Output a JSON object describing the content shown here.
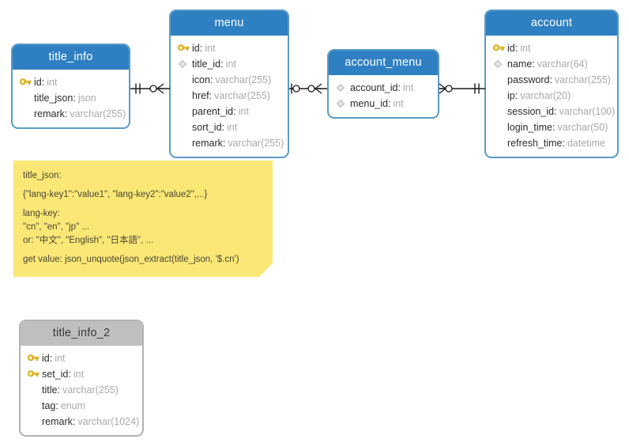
{
  "diagram": {
    "type": "er-diagram",
    "background": "#ffffff",
    "colors": {
      "header_blue": "#2f80c2",
      "header_grey": "#bfbfbf",
      "border_blue": "#5b9bc4",
      "border_grey": "#b3b3b3",
      "note_yellow": "#fbe776",
      "field_name": "#2b2b2b",
      "field_type": "#a9a9a9",
      "key_icon": "#f2c230",
      "diamond_icon": "#d4d4d4",
      "connector_line": "#1a1a1a"
    }
  },
  "entities": [
    {
      "id": "title_info",
      "name": "title_info",
      "header_style": "blue",
      "fields": [
        {
          "icon": "primary-key-icon",
          "name": "id",
          "type": "int"
        },
        {
          "icon": "none",
          "name": "title_json",
          "type": "json"
        },
        {
          "icon": "none",
          "name": "remark",
          "type": "varchar(255)"
        }
      ]
    },
    {
      "id": "menu",
      "name": "menu",
      "header_style": "blue",
      "fields": [
        {
          "icon": "primary-key-icon",
          "name": "id",
          "type": "int"
        },
        {
          "icon": "foreign-key-diamond-icon",
          "name": "title_id",
          "type": "int"
        },
        {
          "icon": "none",
          "name": "icon",
          "type": "varchar(255)"
        },
        {
          "icon": "none",
          "name": "href",
          "type": "varchar(255)"
        },
        {
          "icon": "none",
          "name": "parent_id",
          "type": "int"
        },
        {
          "icon": "none",
          "name": "sort_id",
          "type": "int"
        },
        {
          "icon": "none",
          "name": "remark",
          "type": "varchar(255)"
        }
      ]
    },
    {
      "id": "account_menu",
      "name": "account_menu",
      "header_style": "blue",
      "fields": [
        {
          "icon": "foreign-key-diamond-icon",
          "name": "account_id",
          "type": "int"
        },
        {
          "icon": "foreign-key-diamond-icon",
          "name": "menu_id",
          "type": "int"
        }
      ]
    },
    {
      "id": "account",
      "name": "account",
      "header_style": "blue",
      "fields": [
        {
          "icon": "primary-key-icon",
          "name": "id",
          "type": "int"
        },
        {
          "icon": "foreign-key-diamond-icon",
          "name": "name",
          "type": "varchar(64)"
        },
        {
          "icon": "none",
          "name": "password",
          "type": "varchar(255)"
        },
        {
          "icon": "none",
          "name": "ip",
          "type": "varchar(20)"
        },
        {
          "icon": "none",
          "name": "session_id",
          "type": "varchar(100)"
        },
        {
          "icon": "none",
          "name": "login_time",
          "type": "varchar(50)"
        },
        {
          "icon": "none",
          "name": "refresh_time",
          "type": "datetime"
        }
      ]
    },
    {
      "id": "title_info_2",
      "name": "title_info_2",
      "header_style": "grey",
      "fields": [
        {
          "icon": "primary-key-icon",
          "name": "id",
          "type": "int"
        },
        {
          "icon": "primary-key-icon",
          "name": "set_id",
          "type": "int"
        },
        {
          "icon": "none",
          "name": "title",
          "type": "varchar(255)"
        },
        {
          "icon": "none",
          "name": "tag",
          "type": "enum"
        },
        {
          "icon": "none",
          "name": "remark",
          "type": "varchar(1024)"
        }
      ]
    }
  ],
  "relationships": [
    {
      "id": "title_info-menu",
      "from": "title_info",
      "to": "menu",
      "from_cardinality": "one-and-only-one",
      "to_cardinality": "zero-or-many"
    },
    {
      "id": "menu-account_menu",
      "from": "menu",
      "to": "account_menu",
      "from_cardinality": "zero-or-one",
      "to_cardinality": "zero-or-many"
    },
    {
      "id": "account_menu-account",
      "from": "account_menu",
      "to": "account",
      "from_cardinality": "zero-or-many",
      "to_cardinality": "one-and-only-one"
    }
  ],
  "note": {
    "id": "title_json-note",
    "lines": [
      "title_json:",
      "{\"lang-key1\":\"value1\", \"lang-key2\":\"value2\",...}",
      "lang-key:",
      "\"cn\", \"en\", \"jp\" ...",
      "or: \"中文\", \"English\", \"日本語\", ...",
      "get value: json_unquote(json_extract(title_json, '$.cn')"
    ]
  }
}
